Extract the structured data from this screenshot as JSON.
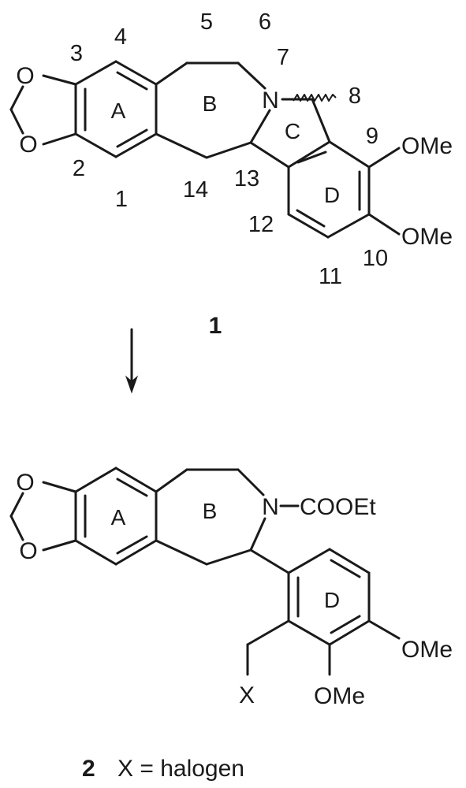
{
  "compound1": {
    "label": "1",
    "atoms": {
      "o_top": "O",
      "o_bottom": "O",
      "n": "N",
      "ome_9": "OMe",
      "ome_10": "OMe"
    },
    "rings": {
      "a": "A",
      "b": "B",
      "c": "C",
      "d": "D"
    },
    "positions": {
      "p1": "1",
      "p2": "2",
      "p3": "3",
      "p4": "4",
      "p5": "5",
      "p6": "6",
      "p7": "7",
      "p8": "8",
      "p9": "9",
      "p10": "10",
      "p11": "11",
      "p12": "12",
      "p13": "13",
      "p14": "14"
    }
  },
  "compound2": {
    "label": "2",
    "caption": "X = halogen",
    "atoms": {
      "o_top": "O",
      "o_bottom": "O",
      "n": "N",
      "cooet": "COOEt",
      "x": "X",
      "ome_a": "OMe",
      "ome_b": "OMe"
    },
    "rings": {
      "a": "A",
      "b": "B",
      "d": "D"
    }
  }
}
